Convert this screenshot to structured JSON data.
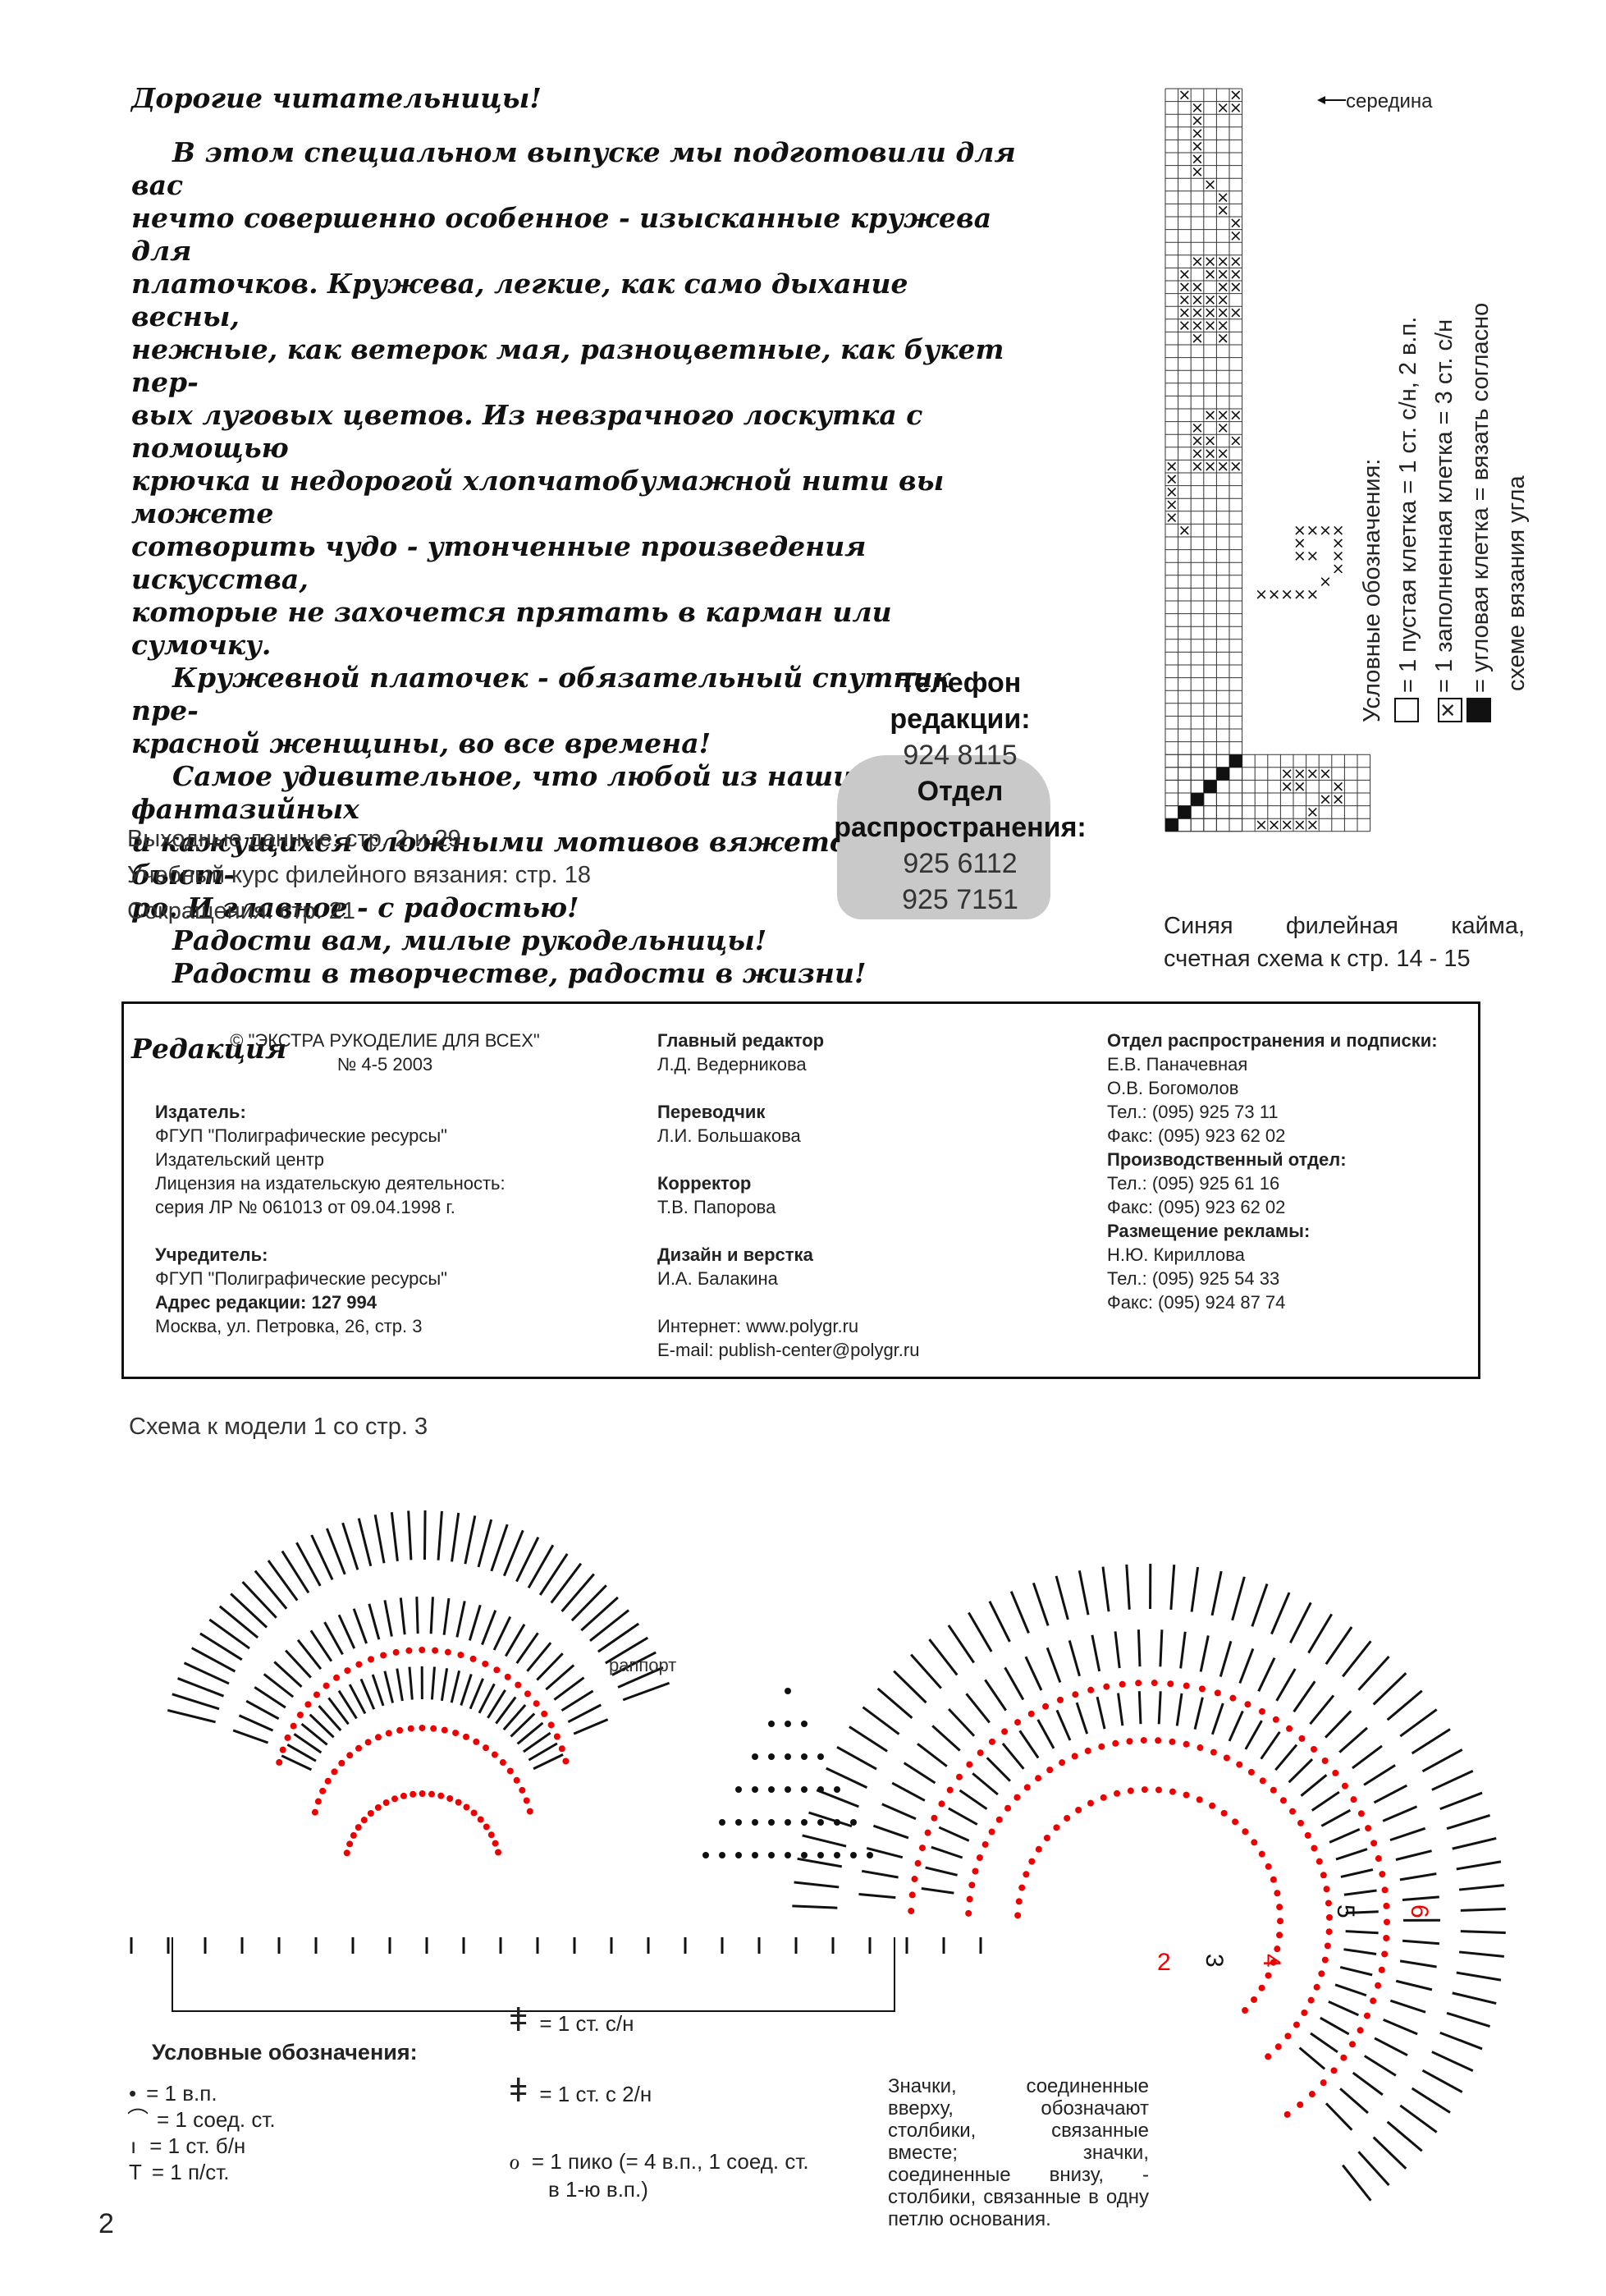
{
  "letter": {
    "greeting": "Дорогие читательницы!",
    "lines": [
      "В этом специальном выпуске мы подготовили для вас",
      "нечто совершенно особенное - изысканные кружева для",
      "платочков. Кружева, легкие, как само дыхание весны,",
      "нежные, как ветерок мая, разноцветные, как букет пер-",
      "вых луговых цветов. Из невзрачного лоскутка с помощью",
      "крючка и недорогой хлопчатобумажной нити вы можете",
      "сотворить чудо - утонченные произведения искусства,",
      "которые не захочется прятать в карман или сумочку.",
      "Кружевной платочек - обязательный спутник пре-",
      "красной женщины, во все времена!",
      "Самое удивительное, что любой из наших фантазийных",
      "и кажущихся сложными мотивов вяжется легко и быст-",
      "ро. И главное - с радостью!",
      "Радости вам, милые рукодельницы!",
      "Радости в творчестве, радости в жизни!"
    ],
    "signature": "Редакция"
  },
  "refs": {
    "line1": "Выходные данные: стр. 2 и 29",
    "line2": "Учебный курс филейного вязания: стр. 18",
    "line3": "Сокращения: стр. 21"
  },
  "phone": {
    "title1": "Телефон",
    "title2": "редакции:",
    "number1": "924 8115",
    "dept1": "Отдел",
    "dept2": "распространения:",
    "number2": "925 6112",
    "number3": "925 7151"
  },
  "filet": {
    "seredina": "середина",
    "legend_title": "Условные обозначения:",
    "legend_empty": "= 1 пустая клетка = 1 ст. с/н, 2 в.п.",
    "legend_filled": "= 1 заполненная клетка = 3 ст. с/н",
    "legend_corner1": "= угловая клетка = вязать согласно",
    "legend_corner2": "схеме вязания угла",
    "caption1": "Синяя филейная кайма,",
    "caption2": "счетная схема к стр. 14 - 15"
  },
  "imprint": {
    "col1": [
      {
        "t": "© \"ЭКСТРА РУКОДЕЛИЕ ДЛЯ ВСЕХ\"",
        "b": false,
        "c": true
      },
      {
        "t": "№ 4-5 2003",
        "b": false,
        "c": true
      },
      {
        "t": "",
        "b": false
      },
      {
        "t": "Издатель:",
        "b": true
      },
      {
        "t": "ФГУП \"Полиграфические ресурсы\"",
        "b": false
      },
      {
        "t": "Издательский центр",
        "b": false
      },
      {
        "t": "Лицензия на издательскую деятельность:",
        "b": false
      },
      {
        "t": "серия ЛР № 061013 от 09.04.1998 г.",
        "b": false
      },
      {
        "t": "",
        "b": false
      },
      {
        "t": "Учредитель:",
        "b": true
      },
      {
        "t": "ФГУП \"Полиграфические ресурсы\"",
        "b": false
      },
      {
        "t": "Адрес редакции: 127 994",
        "b": true
      },
      {
        "t": "Москва, ул. Петровка, 26, стр. 3",
        "b": false
      }
    ],
    "col2": [
      {
        "t": "Главный редактор",
        "b": true
      },
      {
        "t": "Л.Д. Ведерникова",
        "b": false
      },
      {
        "t": "",
        "b": false
      },
      {
        "t": "Переводчик",
        "b": true
      },
      {
        "t": "Л.И. Большакова",
        "b": false
      },
      {
        "t": "",
        "b": false
      },
      {
        "t": "Корректор",
        "b": true
      },
      {
        "t": "Т.В. Папорова",
        "b": false
      },
      {
        "t": "",
        "b": false
      },
      {
        "t": "Дизайн и верстка",
        "b": true
      },
      {
        "t": "И.А. Балакина",
        "b": false
      },
      {
        "t": "",
        "b": false
      },
      {
        "t": "Интернет: www.polygr.ru",
        "b": false
      },
      {
        "t": "E-mail: publish-center@polygr.ru",
        "b": false
      }
    ],
    "col3": [
      {
        "t": "Отдел распространения и подписки:",
        "b": true
      },
      {
        "t": "Е.В. Паначевная",
        "b": false
      },
      {
        "t": "О.В. Богомолов",
        "b": false
      },
      {
        "t": "Тел.: (095) 925 73 11",
        "b": false
      },
      {
        "t": "Факс: (095) 923 62 02",
        "b": false
      },
      {
        "t": "Производственный отдел:",
        "b": true
      },
      {
        "t": "Тел.: (095) 925 61 16",
        "b": false
      },
      {
        "t": "Факс: (095) 923 62 02",
        "b": false
      },
      {
        "t": "Размещение рекламы:",
        "b": true
      },
      {
        "t": "Н.Ю. Кириллова",
        "b": false
      },
      {
        "t": "Тел.: (095) 925 54 33",
        "b": false
      },
      {
        "t": "Факс: (095) 924 87 74",
        "b": false
      }
    ]
  },
  "scheme": {
    "title": "Схема к модели 1 со стр. 3",
    "rapport": "раппорт",
    "legend_title": "Условные обозначения:",
    "sym_vp": "= 1 в.п.",
    "sym_soed": "= 1 соед. ст.",
    "sym_stbn": "= 1 ст. б/н",
    "sym_pst": "= 1 п/ст.",
    "sym_stsn": "= 1 ст. с/н",
    "sym_st2n": "= 1 ст. с 2/н",
    "sym_piko1": "= 1 пико (= 4 в.п., 1 соед. ст.",
    "sym_piko2": "в 1-ю в.п.)",
    "row_labels": [
      "2",
      "3",
      "4",
      "5",
      "6"
    ],
    "note": "Значки, соединенные вверху, обозначают столбики, связанные вместе; значки, соединенные внизу, - столбики, связанные в одну петлю основания."
  },
  "page_number": "2"
}
